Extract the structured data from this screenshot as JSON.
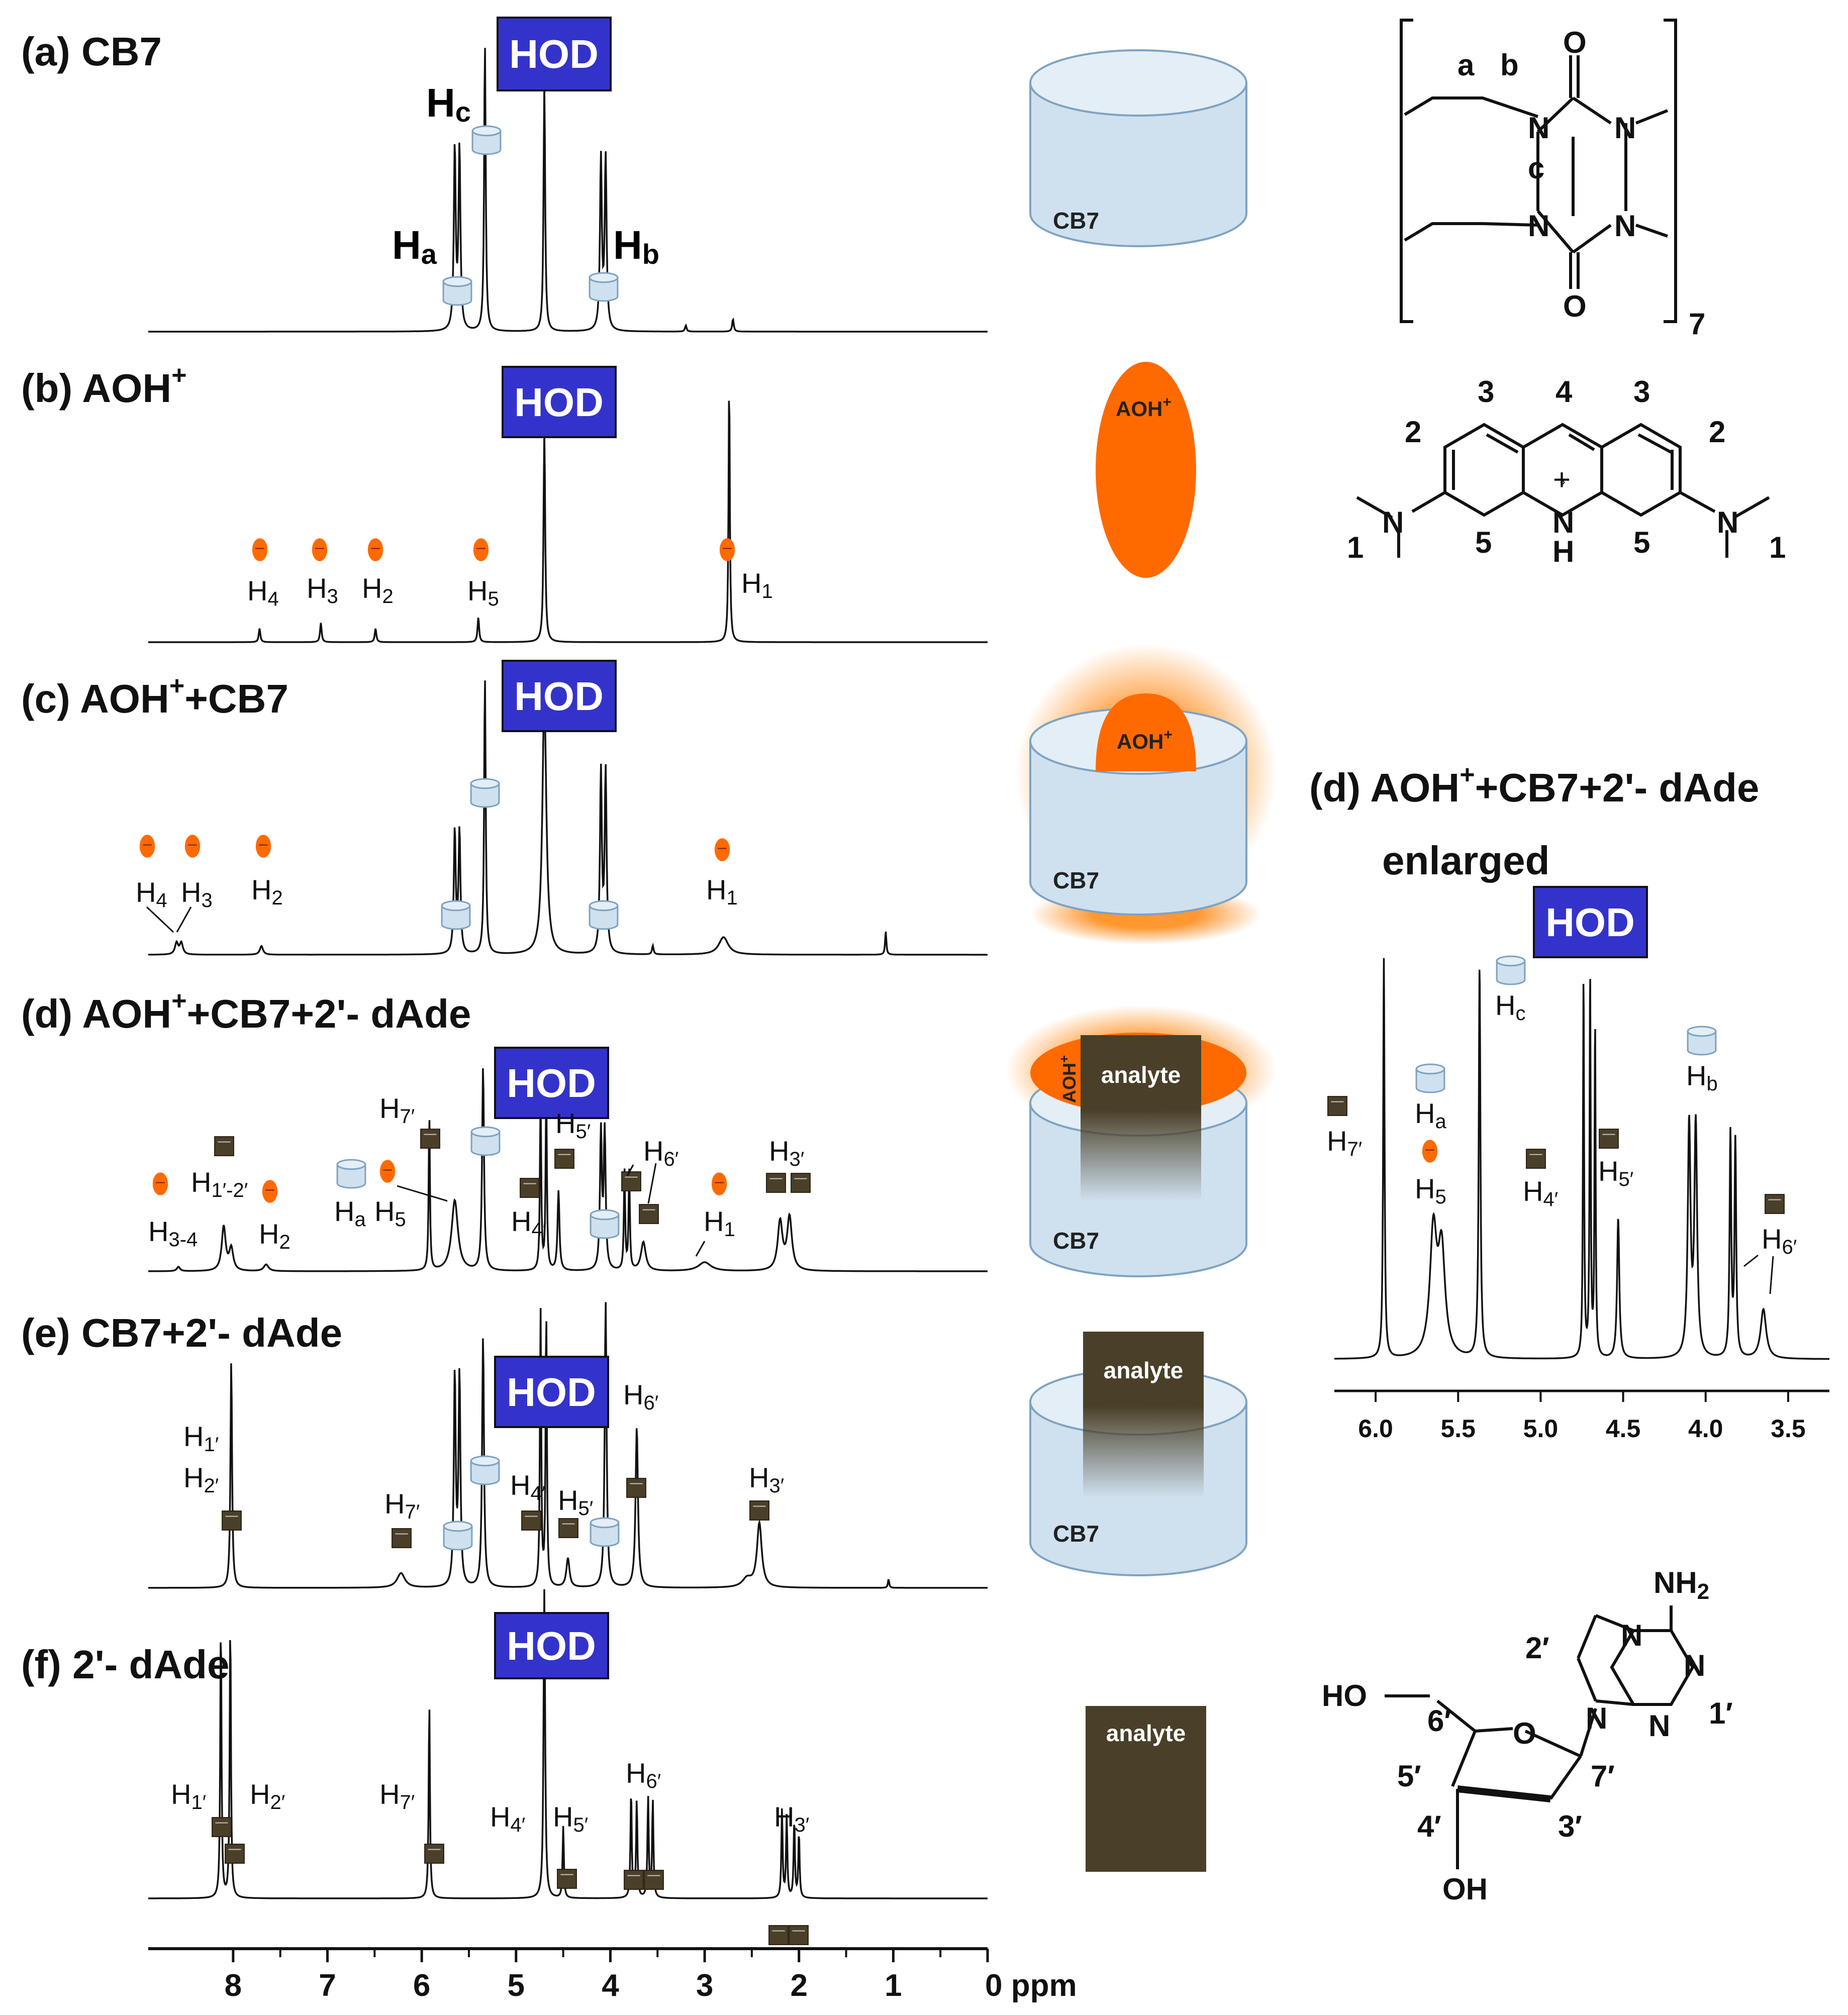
{
  "colors": {
    "hod_box": "#3333cc",
    "aoh": "#ff6a00",
    "analyte": "#4a3f28",
    "cb7_fill": "#cfe1ef",
    "cb7_stroke": "#7fa3c1",
    "trace": "#111111"
  },
  "icons": {
    "cb7": "cylinder-icon",
    "aoh": "orange-ellipse-icon",
    "analyte": "dark-square-icon"
  },
  "panels": {
    "a": {
      "label": "(a) CB7"
    },
    "b": {
      "label": "(b) AOH",
      "sup": "+"
    },
    "c": {
      "label": "(c) AOH",
      "sup": "+",
      "rest": "+CB7"
    },
    "d": {
      "label": "(d) AOH",
      "sup": "+",
      "rest": "+CB7+2'- dAde"
    },
    "e": {
      "label": "(e) CB7+2'- dAde"
    },
    "f": {
      "label": "(f) 2'- dAde"
    }
  },
  "hod_label": "HOD",
  "peak_labels": {
    "a": {
      "Hc": [
        "H",
        "c"
      ],
      "Ha": [
        "H",
        "a"
      ],
      "Hb": [
        "H",
        "b"
      ]
    },
    "b": {
      "H4": [
        "H",
        "4"
      ],
      "H3": [
        "H",
        "3"
      ],
      "H2": [
        "H",
        "2"
      ],
      "H5": [
        "H",
        "5"
      ],
      "H1": [
        "H",
        "1"
      ]
    },
    "c": {
      "H4": [
        "H",
        "4"
      ],
      "H3": [
        "H",
        "3"
      ],
      "H2": [
        "H",
        "2"
      ],
      "H1": [
        "H",
        "1"
      ]
    },
    "d": {
      "H7p": [
        "H",
        "7′"
      ],
      "H1p2p": [
        "H",
        "1′-2′"
      ],
      "H34": [
        "H",
        "3-4"
      ],
      "H2": [
        "H",
        "2"
      ],
      "Ha": [
        "H",
        "a"
      ],
      "H5": [
        "H",
        "5"
      ],
      "H4p": [
        "H",
        "4′"
      ],
      "H5p": [
        "H",
        "5′"
      ],
      "H6p": [
        "H",
        "6′"
      ],
      "H1": [
        "H",
        "1"
      ],
      "H3p": [
        "H",
        "3′"
      ]
    },
    "e": {
      "H1p": [
        "H",
        "1′"
      ],
      "H2p": [
        "H",
        "2′"
      ],
      "H7p": [
        "H",
        "7′"
      ],
      "H4p": [
        "H",
        "4′"
      ],
      "H5p": [
        "H",
        "5′"
      ],
      "H6p": [
        "H",
        "6′"
      ],
      "H3p": [
        "H",
        "3′"
      ]
    },
    "f": {
      "H1p": [
        "H",
        "1′"
      ],
      "H2p": [
        "H",
        "2′"
      ],
      "H7p": [
        "H",
        "7′"
      ],
      "H4p": [
        "H",
        "4′"
      ],
      "H5p": [
        "H",
        "5′"
      ],
      "H6p": [
        "H",
        "6′"
      ],
      "H3p": [
        "H",
        "3′"
      ]
    }
  },
  "x_axis": {
    "ticks": [
      "8",
      "7",
      "6",
      "5",
      "4",
      "3",
      "2",
      "1",
      "0"
    ],
    "unit": "ppm"
  },
  "enlarged": {
    "title": "(d) AOH",
    "sup": "+",
    "rest": "+CB7+2'- dAde",
    "title2": "enlarged",
    "ticks": [
      "6.0",
      "5.5",
      "5.0",
      "4.5",
      "4.0",
      "3.5"
    ],
    "labels": {
      "Hc": [
        "H",
        "c"
      ],
      "H7p": [
        "H",
        "7′"
      ],
      "Ha": [
        "H",
        "a"
      ],
      "H5": [
        "H",
        "5"
      ],
      "H4p": [
        "H",
        "4′"
      ],
      "H5p": [
        "H",
        "5′"
      ],
      "Hb": [
        "H",
        "b"
      ],
      "H6p": [
        "H",
        "6′"
      ]
    }
  },
  "cartoons": {
    "cb7": "CB7",
    "aoh": "AOH",
    "aoh_sup": "+",
    "analyte": "analyte"
  },
  "structures": {
    "cb7": {
      "a": "a",
      "b": "b",
      "c": "c",
      "O": "O",
      "N": "N",
      "n": "7"
    },
    "aoh": {
      "n1": "1",
      "n2": "2",
      "n3": "3",
      "n4": "4",
      "n5": "5",
      "N": "N",
      "NH": "N",
      "H": "H",
      "plus": "+"
    },
    "dade": {
      "NH2": "NH",
      "sub2": "2",
      "N": "N",
      "O": "O",
      "HO": "HO",
      "OH": "OH",
      "p1": "1′",
      "p2": "2′",
      "p3": "3′",
      "p4": "4′",
      "p5": "5′",
      "p6": "6′",
      "p7": "7′"
    }
  },
  "chart_data": [
    {
      "type": "line",
      "title": "(a) CB7",
      "xlabel": "ppm",
      "xlim": [
        8.9,
        0
      ],
      "xticks": [
        8,
        7,
        6,
        5,
        4,
        3,
        2,
        1,
        0
      ],
      "peaks": [
        {
          "x": 5.65,
          "h": 0.58,
          "w": 0.012,
          "label": "Ha"
        },
        {
          "x": 5.6,
          "h": 0.58,
          "w": 0.012
        },
        {
          "x": 5.33,
          "h": 0.92,
          "w": 0.01,
          "label": "Hc"
        },
        {
          "x": 4.7,
          "h": 0.8,
          "w": 0.01,
          "label": "HOD"
        },
        {
          "x": 4.1,
          "h": 0.55,
          "w": 0.012,
          "label": "Hb"
        },
        {
          "x": 4.05,
          "h": 0.55,
          "w": 0.012
        },
        {
          "x": 3.2,
          "h": 0.02,
          "w": 0.01
        },
        {
          "x": 2.7,
          "h": 0.04,
          "w": 0.01
        }
      ]
    },
    {
      "type": "line",
      "title": "(b) AOH+",
      "xlabel": "ppm",
      "xlim": [
        8.9,
        0
      ],
      "peaks": [
        {
          "x": 7.72,
          "h": 0.05,
          "w": 0.01,
          "label": "H4"
        },
        {
          "x": 7.07,
          "h": 0.07,
          "w": 0.01,
          "label": "H3"
        },
        {
          "x": 6.49,
          "h": 0.05,
          "w": 0.01,
          "label": "H2"
        },
        {
          "x": 5.4,
          "h": 0.09,
          "w": 0.01,
          "label": "H5"
        },
        {
          "x": 4.7,
          "h": 0.78,
          "w": 0.01,
          "label": "HOD"
        },
        {
          "x": 2.74,
          "h": 0.95,
          "w": 0.008,
          "label": "H1"
        }
      ]
    },
    {
      "type": "line",
      "title": "(c) AOH+ +CB7",
      "xlabel": "ppm",
      "xlim": [
        8.9,
        0
      ],
      "peaks": [
        {
          "x": 8.6,
          "h": 0.04,
          "w": 0.02,
          "label": "H4"
        },
        {
          "x": 8.55,
          "h": 0.04,
          "w": 0.02,
          "label": "H3"
        },
        {
          "x": 7.7,
          "h": 0.03,
          "w": 0.02,
          "label": "H2"
        },
        {
          "x": 5.65,
          "h": 0.42,
          "w": 0.012
        },
        {
          "x": 5.6,
          "h": 0.42,
          "w": 0.012
        },
        {
          "x": 5.33,
          "h": 0.95,
          "w": 0.01
        },
        {
          "x": 4.7,
          "h": 0.88,
          "w": 0.025,
          "label": "HOD"
        },
        {
          "x": 4.1,
          "h": 0.62,
          "w": 0.012
        },
        {
          "x": 4.05,
          "h": 0.62,
          "w": 0.012
        },
        {
          "x": 3.55,
          "h": 0.03,
          "w": 0.01
        },
        {
          "x": 2.8,
          "h": 0.06,
          "w": 0.06,
          "label": "H1"
        },
        {
          "x": 1.08,
          "h": 0.08,
          "w": 0.008
        }
      ]
    },
    {
      "type": "line",
      "title": "(d) AOH+ +CB7+2'-dAde",
      "xlabel": "ppm",
      "xlim": [
        8.9,
        0
      ],
      "peaks": [
        {
          "x": 8.58,
          "h": 0.02,
          "w": 0.02,
          "label": "H3-4"
        },
        {
          "x": 8.1,
          "h": 0.2,
          "w": 0.025,
          "label": "H1'-2'"
        },
        {
          "x": 8.02,
          "h": 0.1,
          "w": 0.025
        },
        {
          "x": 7.65,
          "h": 0.03,
          "w": 0.03,
          "label": "H2"
        },
        {
          "x": 5.92,
          "h": 0.7,
          "w": 0.008,
          "label": "H7'"
        },
        {
          "x": 5.65,
          "h": 0.32,
          "w": 0.04,
          "label": "H5"
        },
        {
          "x": 5.35,
          "h": 0.92,
          "w": 0.012
        },
        {
          "x": 4.74,
          "h": 0.8,
          "w": 0.008,
          "label": "H4'"
        },
        {
          "x": 4.68,
          "h": 0.8,
          "w": 0.008,
          "label": "HOD"
        },
        {
          "x": 4.55,
          "h": 0.36,
          "w": 0.012,
          "label": "H5'"
        },
        {
          "x": 4.1,
          "h": 0.62,
          "w": 0.012
        },
        {
          "x": 4.06,
          "h": 0.62,
          "w": 0.012
        },
        {
          "x": 3.85,
          "h": 0.45,
          "w": 0.008,
          "label": "H6'"
        },
        {
          "x": 3.8,
          "h": 0.45,
          "w": 0.008
        },
        {
          "x": 3.65,
          "h": 0.13,
          "w": 0.03
        },
        {
          "x": 3.0,
          "h": 0.04,
          "w": 0.08,
          "label": "H1"
        },
        {
          "x": 2.2,
          "h": 0.22,
          "w": 0.03,
          "label": "H3'"
        },
        {
          "x": 2.1,
          "h": 0.24,
          "w": 0.03
        }
      ]
    },
    {
      "type": "line",
      "title": "(e) CB7+2'-dAde",
      "xlabel": "ppm",
      "xlim": [
        8.9,
        0
      ],
      "peaks": [
        {
          "x": 8.02,
          "h": 0.78,
          "w": 0.01,
          "label": "H1'/H2'"
        },
        {
          "x": 6.22,
          "h": 0.05,
          "w": 0.05,
          "label": "H7'"
        },
        {
          "x": 5.65,
          "h": 0.72,
          "w": 0.012
        },
        {
          "x": 5.6,
          "h": 0.72,
          "w": 0.012
        },
        {
          "x": 5.35,
          "h": 0.86,
          "w": 0.012
        },
        {
          "x": 4.74,
          "h": 0.95,
          "w": 0.008,
          "label": "H4'"
        },
        {
          "x": 4.68,
          "h": 0.95,
          "w": 0.008,
          "label": "HOD"
        },
        {
          "x": 4.45,
          "h": 0.1,
          "w": 0.02,
          "label": "H5'"
        },
        {
          "x": 4.05,
          "h": 0.98,
          "w": 0.012
        },
        {
          "x": 3.72,
          "h": 0.55,
          "w": 0.015,
          "label": "H6'"
        },
        {
          "x": 2.55,
          "h": 0.03,
          "w": 0.06
        },
        {
          "x": 2.42,
          "h": 0.22,
          "w": 0.03,
          "label": "H3'"
        },
        {
          "x": 1.05,
          "h": 0.03,
          "w": 0.008
        }
      ]
    },
    {
      "type": "line",
      "title": "(f) 2'-dAde",
      "xlabel": "ppm",
      "xlim": [
        8.9,
        0
      ],
      "xticks": [
        8,
        7,
        6,
        5,
        4,
        3,
        2,
        1,
        0
      ],
      "peaks": [
        {
          "x": 8.13,
          "h": 0.85,
          "w": 0.008,
          "label": "H1'"
        },
        {
          "x": 8.03,
          "h": 0.85,
          "w": 0.008,
          "label": "H2'"
        },
        {
          "x": 5.92,
          "h": 0.6,
          "w": 0.008,
          "label": "H7'"
        },
        {
          "x": 4.7,
          "h": 0.95,
          "w": 0.01,
          "label": "H4'/HOD"
        },
        {
          "x": 4.5,
          "h": 0.22,
          "w": 0.008,
          "label": "H5'"
        },
        {
          "x": 3.78,
          "h": 0.33,
          "w": 0.008,
          "label": "H6'"
        },
        {
          "x": 3.72,
          "h": 0.3,
          "w": 0.008
        },
        {
          "x": 3.6,
          "h": 0.31,
          "w": 0.008
        },
        {
          "x": 3.55,
          "h": 0.3,
          "w": 0.008
        },
        {
          "x": 2.18,
          "h": 0.27,
          "w": 0.008,
          "label": "H3'"
        },
        {
          "x": 2.13,
          "h": 0.25,
          "w": 0.008
        },
        {
          "x": 2.05,
          "h": 0.24,
          "w": 0.008
        },
        {
          "x": 2.0,
          "h": 0.2,
          "w": 0.008
        }
      ]
    },
    {
      "type": "line",
      "title": "(d) AOH+ +CB7+2'-dAde enlarged",
      "xlabel": "ppm",
      "xlim": [
        6.25,
        3.25
      ],
      "xticks": [
        6.0,
        5.5,
        5.0,
        4.5,
        4.0,
        3.5
      ],
      "peaks": [
        {
          "x": 5.95,
          "h": 0.97,
          "w": 0.005,
          "label": "H7'"
        },
        {
          "x": 5.65,
          "h": 0.3,
          "w": 0.025,
          "label": "H5"
        },
        {
          "x": 5.6,
          "h": 0.25,
          "w": 0.025
        },
        {
          "x": 5.37,
          "h": 0.95,
          "w": 0.006,
          "label": "Hc"
        },
        {
          "x": 4.74,
          "h": 0.92,
          "w": 0.004,
          "label": "H4'"
        },
        {
          "x": 4.7,
          "h": 0.92,
          "w": 0.004,
          "label": "HOD"
        },
        {
          "x": 4.67,
          "h": 0.8,
          "w": 0.004
        },
        {
          "x": 4.53,
          "h": 0.34,
          "w": 0.008,
          "label": "H5'"
        },
        {
          "x": 4.1,
          "h": 0.56,
          "w": 0.01,
          "label": "Hb"
        },
        {
          "x": 4.06,
          "h": 0.56,
          "w": 0.01
        },
        {
          "x": 3.85,
          "h": 0.54,
          "w": 0.006,
          "label": "H6'"
        },
        {
          "x": 3.82,
          "h": 0.52,
          "w": 0.006
        },
        {
          "x": 3.65,
          "h": 0.12,
          "w": 0.02
        }
      ]
    }
  ]
}
